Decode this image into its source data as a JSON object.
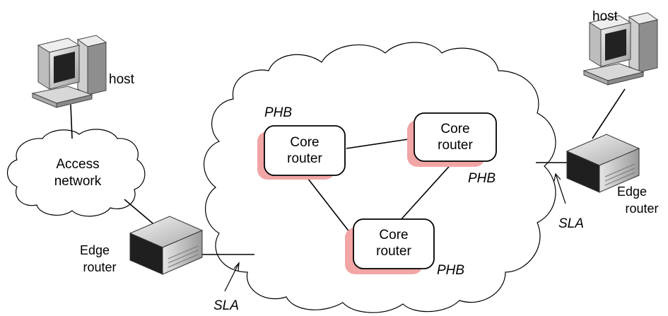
{
  "labels": {
    "host_left": "host",
    "host_right": "host",
    "access_network_line1": "Access",
    "access_network_line2": "network",
    "edge_router_left_line1": "Edge",
    "edge_router_left_line2": "router",
    "edge_router_right_line1": "Edge",
    "edge_router_right_line2": "router",
    "core_router_1_line1": "Core",
    "core_router_1_line2": "router",
    "core_router_2_line1": "Core",
    "core_router_2_line2": "router",
    "core_router_3_line1": "Core",
    "core_router_3_line2": "router",
    "phb_1": "PHB",
    "phb_2": "PHB",
    "phb_3": "PHB",
    "sla_left": "SLA",
    "sla_right": "SLA"
  },
  "colors": {
    "shadow": "#f2a5a5",
    "cloud_stroke": "#000000",
    "device_body": "#d9d9d9",
    "device_dark": "#555555",
    "screen": "#222222"
  },
  "icons": [
    "computer-icon",
    "router-icon",
    "cloud-icon",
    "arrow-icon"
  ]
}
